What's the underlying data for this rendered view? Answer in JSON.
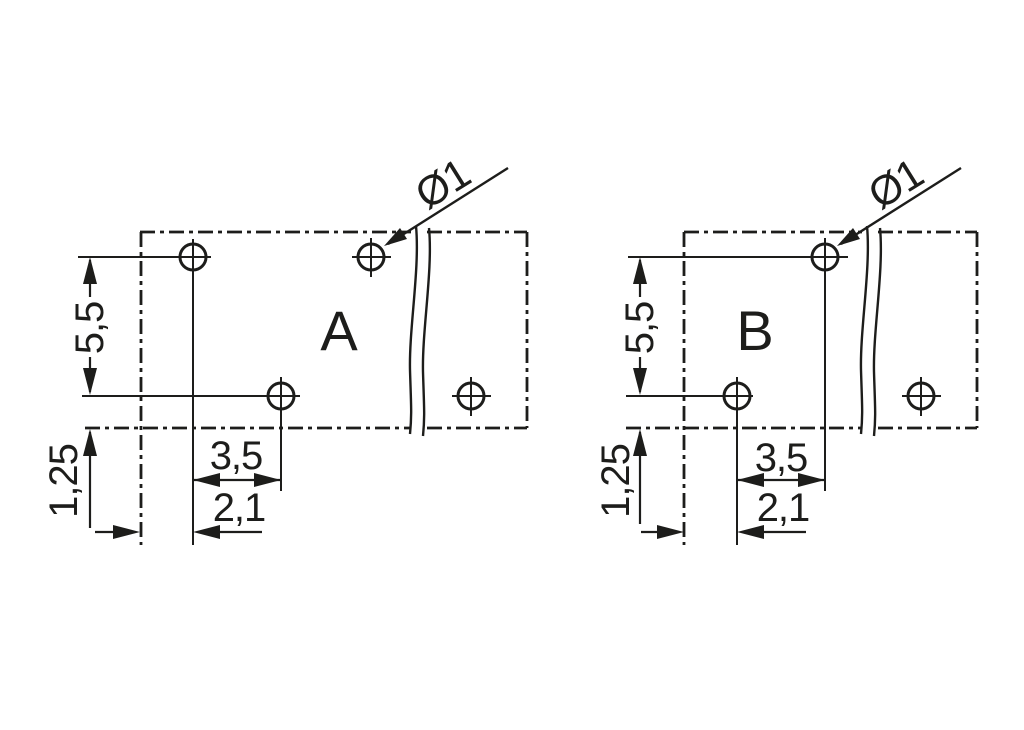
{
  "diagram_type": "technical-dimension-drawing",
  "colors": {
    "background": "#ffffff",
    "line": "#1d1d1b"
  },
  "drawings": [
    {
      "label": "A",
      "diameter_callout": "Ø1",
      "visible_holes": 4,
      "dimensions": {
        "row_spacing": "5,5",
        "edge_offset": "1,25",
        "column_spacing": "3,5",
        "edge_to_hole": "2,1"
      }
    },
    {
      "label": "B",
      "diameter_callout": "Ø1",
      "visible_holes": 3,
      "dimensions": {
        "row_spacing": "5,5",
        "edge_offset": "1,25",
        "column_spacing": "3,5",
        "edge_to_hole": "2,1"
      }
    }
  ]
}
